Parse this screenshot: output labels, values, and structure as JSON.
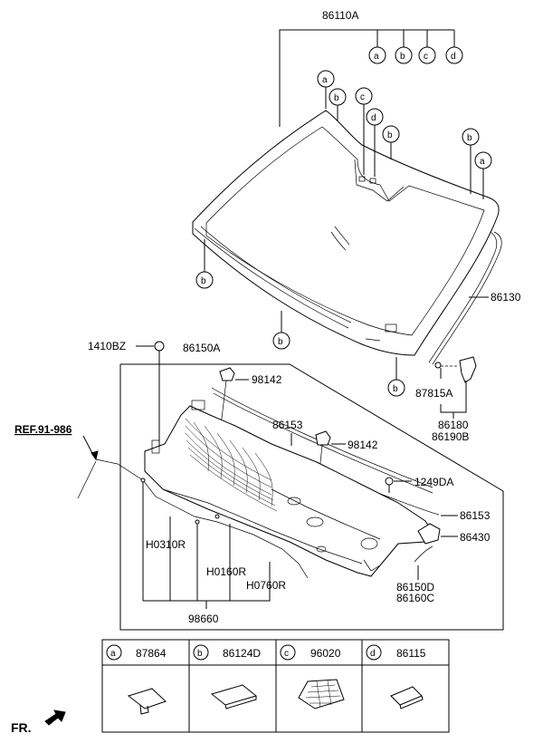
{
  "part_labels": {
    "windshield": "86110A",
    "moulding": "86130",
    "cowl_panel": "86150A",
    "screw_clip": "1410BZ",
    "nozzle_top": "98142",
    "nozzle_bottom": "98142",
    "weatherstrip_top": "86153",
    "weatherstrip_bottom": "86153",
    "bolt": "1249DA",
    "cover_right": "86430",
    "bracket": "87815A",
    "garnish_1": "86180",
    "garnish_2": "86190B",
    "hose_1": "H0310R",
    "hose_2": "H0160R",
    "hose_3": "H0760R",
    "hose_assy": "98660",
    "extension_1": "86150D",
    "extension_2": "86160C"
  },
  "reference": "REF.91-986",
  "direction_label": "FR.",
  "letters": {
    "a": "a",
    "b": "b",
    "c": "c",
    "d": "d"
  },
  "legend": [
    {
      "letter": "a",
      "part": "87864"
    },
    {
      "letter": "b",
      "part": "86124D"
    },
    {
      "letter": "c",
      "part": "96020"
    },
    {
      "letter": "d",
      "part": "86115"
    }
  ]
}
